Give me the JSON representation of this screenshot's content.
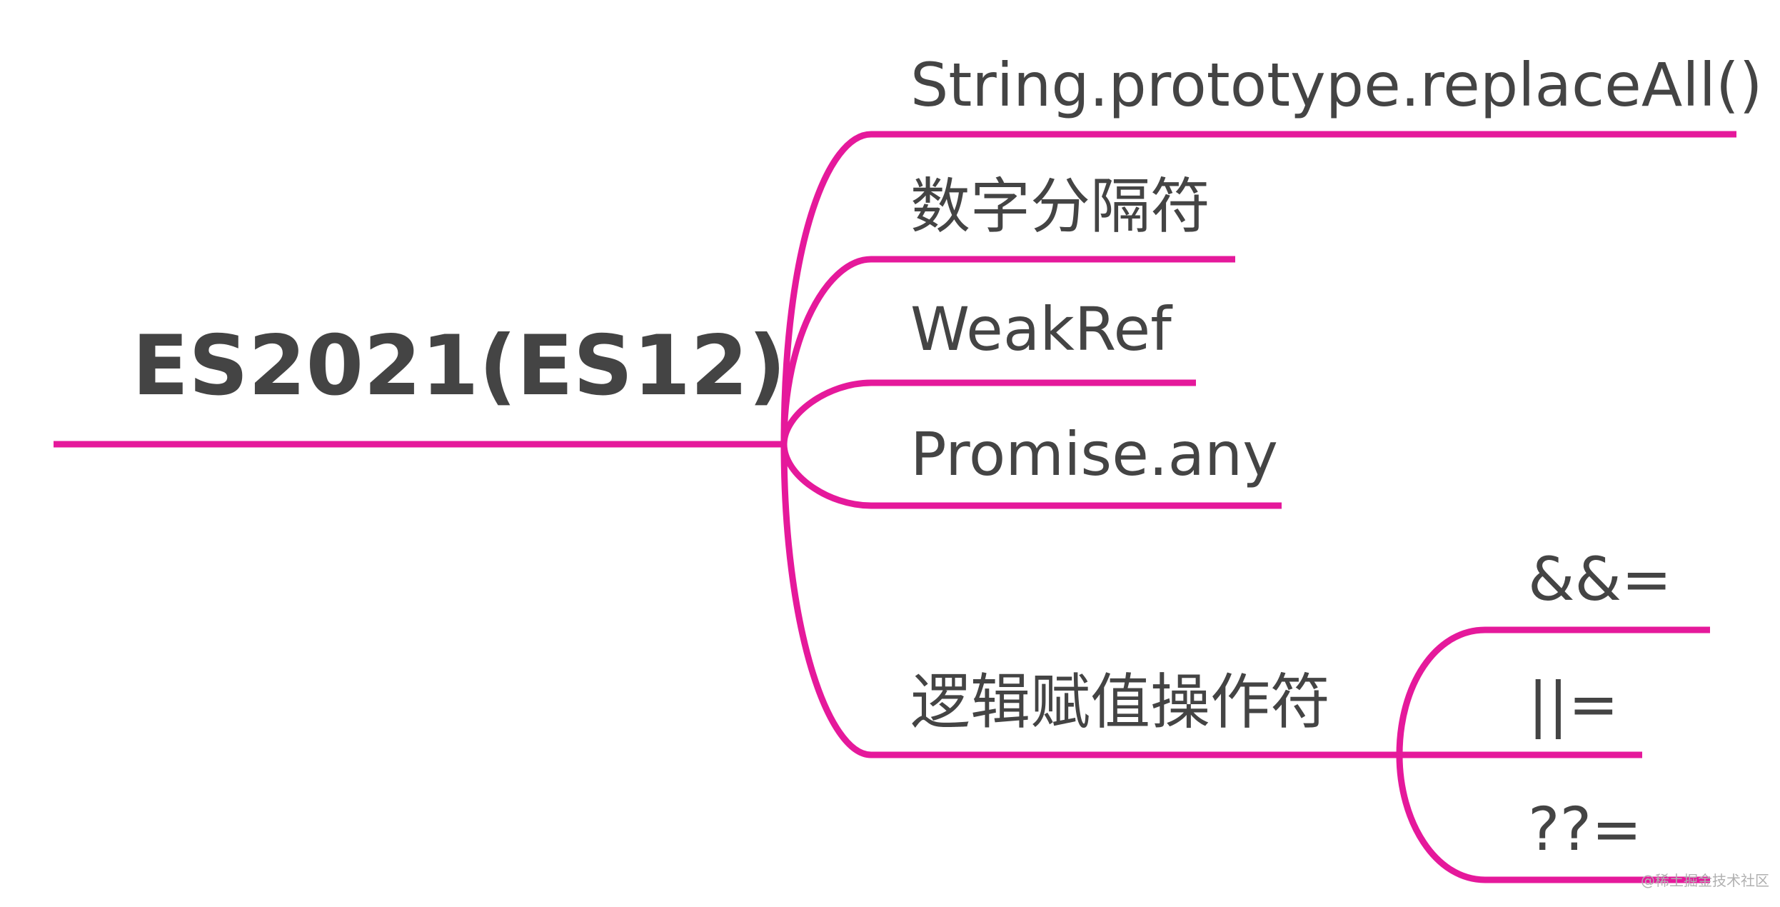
{
  "diagram": {
    "root": {
      "label": "ES2021(ES12)"
    },
    "branches": [
      {
        "id": "replaceall",
        "label": "String.prototype.replaceAll()"
      },
      {
        "id": "numeric-separator",
        "label": "数字分隔符"
      },
      {
        "id": "weakref",
        "label": "WeakRef"
      },
      {
        "id": "promise-any",
        "label": "Promise.any"
      },
      {
        "id": "logical-assignment",
        "label": "逻辑赋值操作符",
        "children": [
          {
            "id": "and-assign",
            "label": "&&="
          },
          {
            "id": "or-assign",
            "label": "||="
          },
          {
            "id": "nullish-assign",
            "label": "??="
          }
        ]
      }
    ]
  },
  "watermark": "@稀土掘金技术社区",
  "colors": {
    "line": "#e5199b",
    "text": "#444444",
    "background": "#ffffff"
  }
}
